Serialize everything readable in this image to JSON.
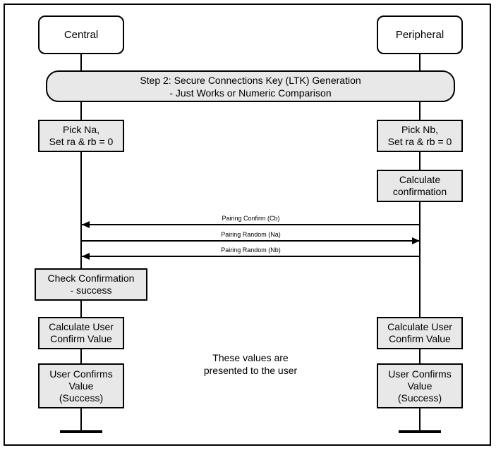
{
  "diagram": {
    "title": "Step 2: Secure Connections Key (LTK) Generation - Just Works or Numeric Comparison",
    "actors": [
      {
        "id": "central",
        "label": "Central"
      },
      {
        "id": "peripheral",
        "label": "Peripheral"
      }
    ],
    "banner": {
      "line1": "Step 2: Secure Connections Key (LTK) Generation",
      "line2": "- Just Works or Numeric Comparison"
    },
    "central_steps": [
      {
        "line1": "Pick Na,",
        "line2": "Set ra & rb = 0"
      },
      {
        "line1": "Check Confirmation",
        "line2": "- success"
      },
      {
        "line1": "Calculate User",
        "line2": "Confirm Value"
      },
      {
        "line1": "User Confirms",
        "line2": "Value",
        "line3": "(Success)"
      }
    ],
    "peripheral_steps": [
      {
        "line1": "Pick Nb,",
        "line2": "Set ra & rb = 0"
      },
      {
        "line1": "Calculate",
        "line2": "confirmation"
      },
      {
        "line1": "Calculate User",
        "line2": "Confirm Value"
      },
      {
        "line1": "User Confirms",
        "line2": "Value",
        "line3": "(Success)"
      }
    ],
    "messages": [
      {
        "label": "Pairing Confirm (Cb)",
        "direction": "right-to-left"
      },
      {
        "label": "Pairing Random (Na)",
        "direction": "left-to-right"
      },
      {
        "label": "Pairing Random (Nb)",
        "direction": "right-to-left"
      }
    ],
    "note": {
      "line1": "These values are",
      "line2": "presented to the user"
    },
    "colors": {
      "stroke": "#000000",
      "box_fill": "#e8e8e8",
      "actor_fill": "#ffffff",
      "background": "#ffffff"
    }
  }
}
